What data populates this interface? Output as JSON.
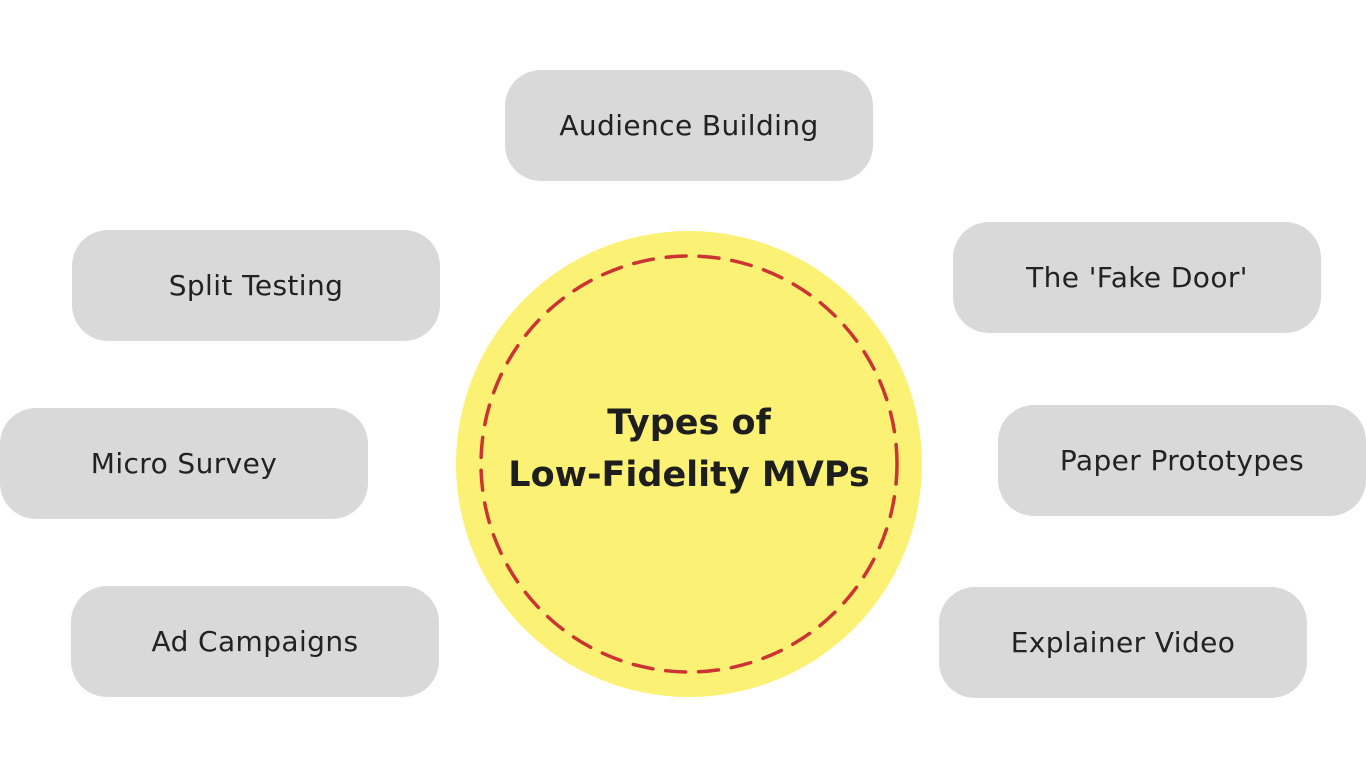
{
  "diagram": {
    "title_line_1": "Types of",
    "title_line_2": "Low-Fidelity MVPs",
    "items": {
      "audience_building": "Audience Building",
      "split_testing": "Split Testing",
      "fake_door": "The 'Fake Door'",
      "micro_survey": "Micro Survey",
      "paper_prototypes": "Paper Prototypes",
      "ad_campaigns": "Ad Campaigns",
      "explainer_video": "Explainer Video"
    }
  },
  "colors": {
    "pill_fill": "#d9d9d9",
    "circle_fill": "#fbf175",
    "dash_stroke": "#cc3333",
    "text": "#222222"
  }
}
